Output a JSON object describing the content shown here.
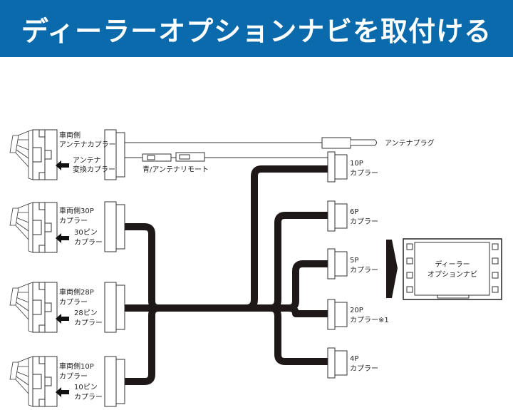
{
  "header": {
    "title": "ディーラーオプションナビを取付ける"
  },
  "left_connectors": [
    {
      "vehicle_label_1": "車両側",
      "vehicle_label_2": "アンテナカプラー",
      "harness_label_1": "アンテナ",
      "harness_label_2": "変換カプラー"
    },
    {
      "vehicle_label_1": "車両側30P",
      "vehicle_label_2": "カプラー",
      "harness_label_1": "30ピン",
      "harness_label_2": "カプラー"
    },
    {
      "vehicle_label_1": "車両側28P",
      "vehicle_label_2": "カプラー",
      "harness_label_1": "28ピン",
      "harness_label_2": "カプラー"
    },
    {
      "vehicle_label_1": "車両側10P",
      "vehicle_label_2": "カプラー",
      "harness_label_1": "10ピン",
      "harness_label_2": "カプラー"
    }
  ],
  "antenna": {
    "plug_label": "アンテナプラグ",
    "remote_label": "青/アンテナリモート"
  },
  "right_connectors": [
    {
      "line1": "10P",
      "line2": "カプラー"
    },
    {
      "line1": "6P",
      "line2": "カプラー"
    },
    {
      "line1": "5P",
      "line2": "カプラー"
    },
    {
      "line1": "20P",
      "line2": "カプラー※1"
    },
    {
      "line1": "4P",
      "line2": "カプラー"
    }
  ],
  "navi": {
    "line1": "ディーラー",
    "line2": "オプションナビ"
  },
  "colors": {
    "header_bg": "#0a6aab",
    "cable": "#1e1818"
  }
}
